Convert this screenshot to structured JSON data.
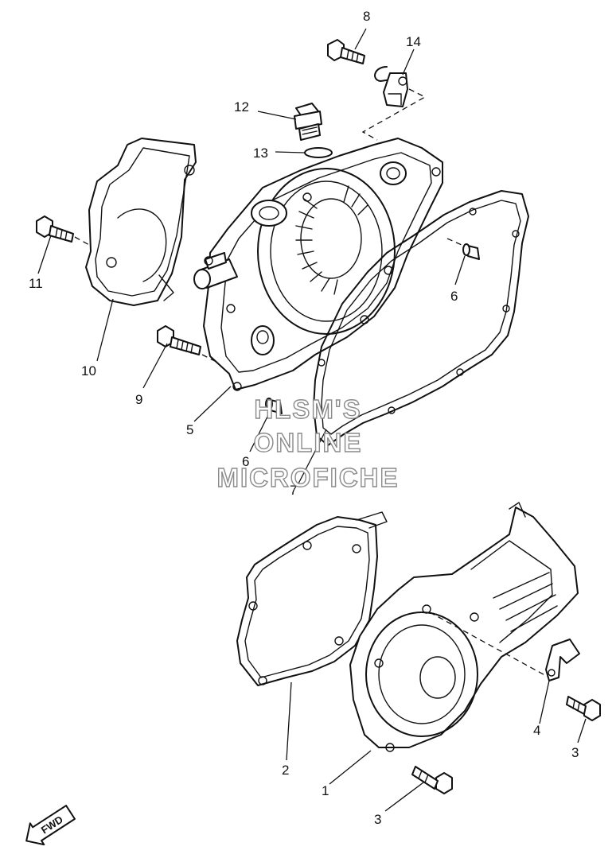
{
  "callouts": {
    "c1": "1",
    "c2": "2",
    "c3a": "3",
    "c3b": "3",
    "c4": "4",
    "c5": "5",
    "c6a": "6",
    "c6b": "6",
    "c7": "7",
    "c8": "8",
    "c9": "9",
    "c10": "10",
    "c11": "11",
    "c12": "12",
    "c13": "13",
    "c14": "14"
  },
  "watermark": {
    "line1": "HLSM'S",
    "line2": "ONLINE",
    "line3": "MICROFICHE"
  },
  "direction_label": "FWD"
}
